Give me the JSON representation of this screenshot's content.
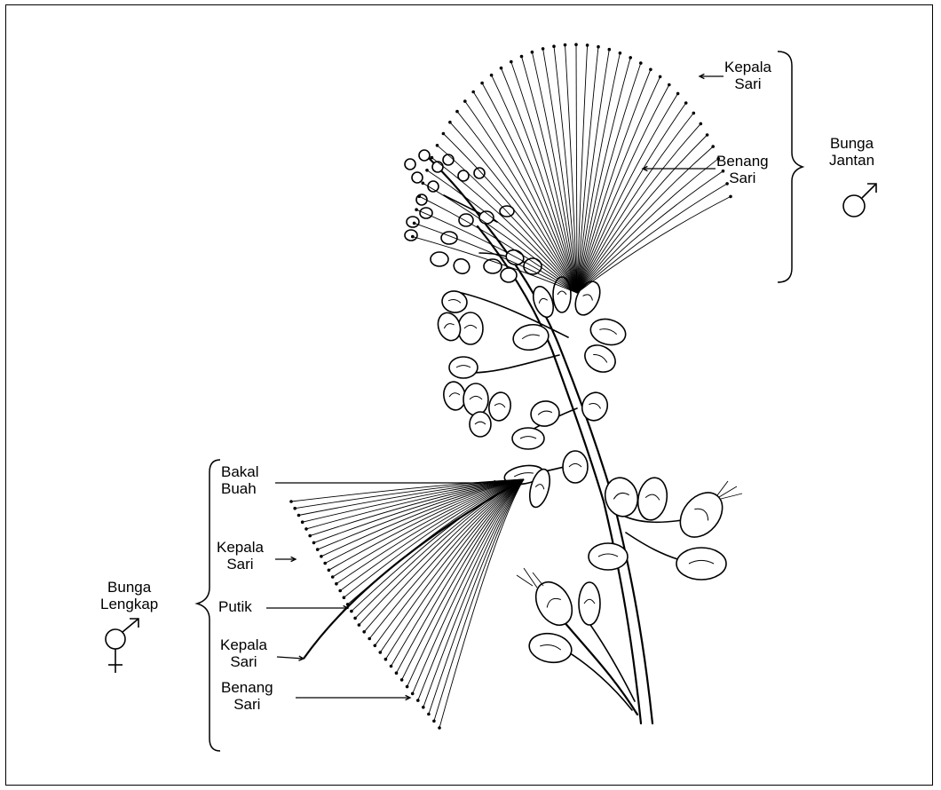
{
  "labels": {
    "male_anther_head": [
      "Kepala",
      "Sari"
    ],
    "male_filament": [
      "Benang",
      "Sari"
    ],
    "male_flower": [
      "Bunga",
      "Jantan"
    ],
    "ovary": [
      "Bakal",
      "Buah"
    ],
    "perfect_anther_head_upper": [
      "Kepala",
      "Sari"
    ],
    "pistil": "Putik",
    "perfect_anther_head_lower": [
      "Kepala",
      "Sari"
    ],
    "perfect_filament": [
      "Benang",
      "Sari"
    ],
    "perfect_flower": [
      "Bunga",
      "Lengkap"
    ]
  },
  "icons": {
    "male_symbol": "mars-symbol-icon",
    "hermaphrodite_symbol": "hermaphrodite-symbol-icon"
  },
  "colors": {
    "ink": "#000000",
    "paper": "#ffffff"
  }
}
